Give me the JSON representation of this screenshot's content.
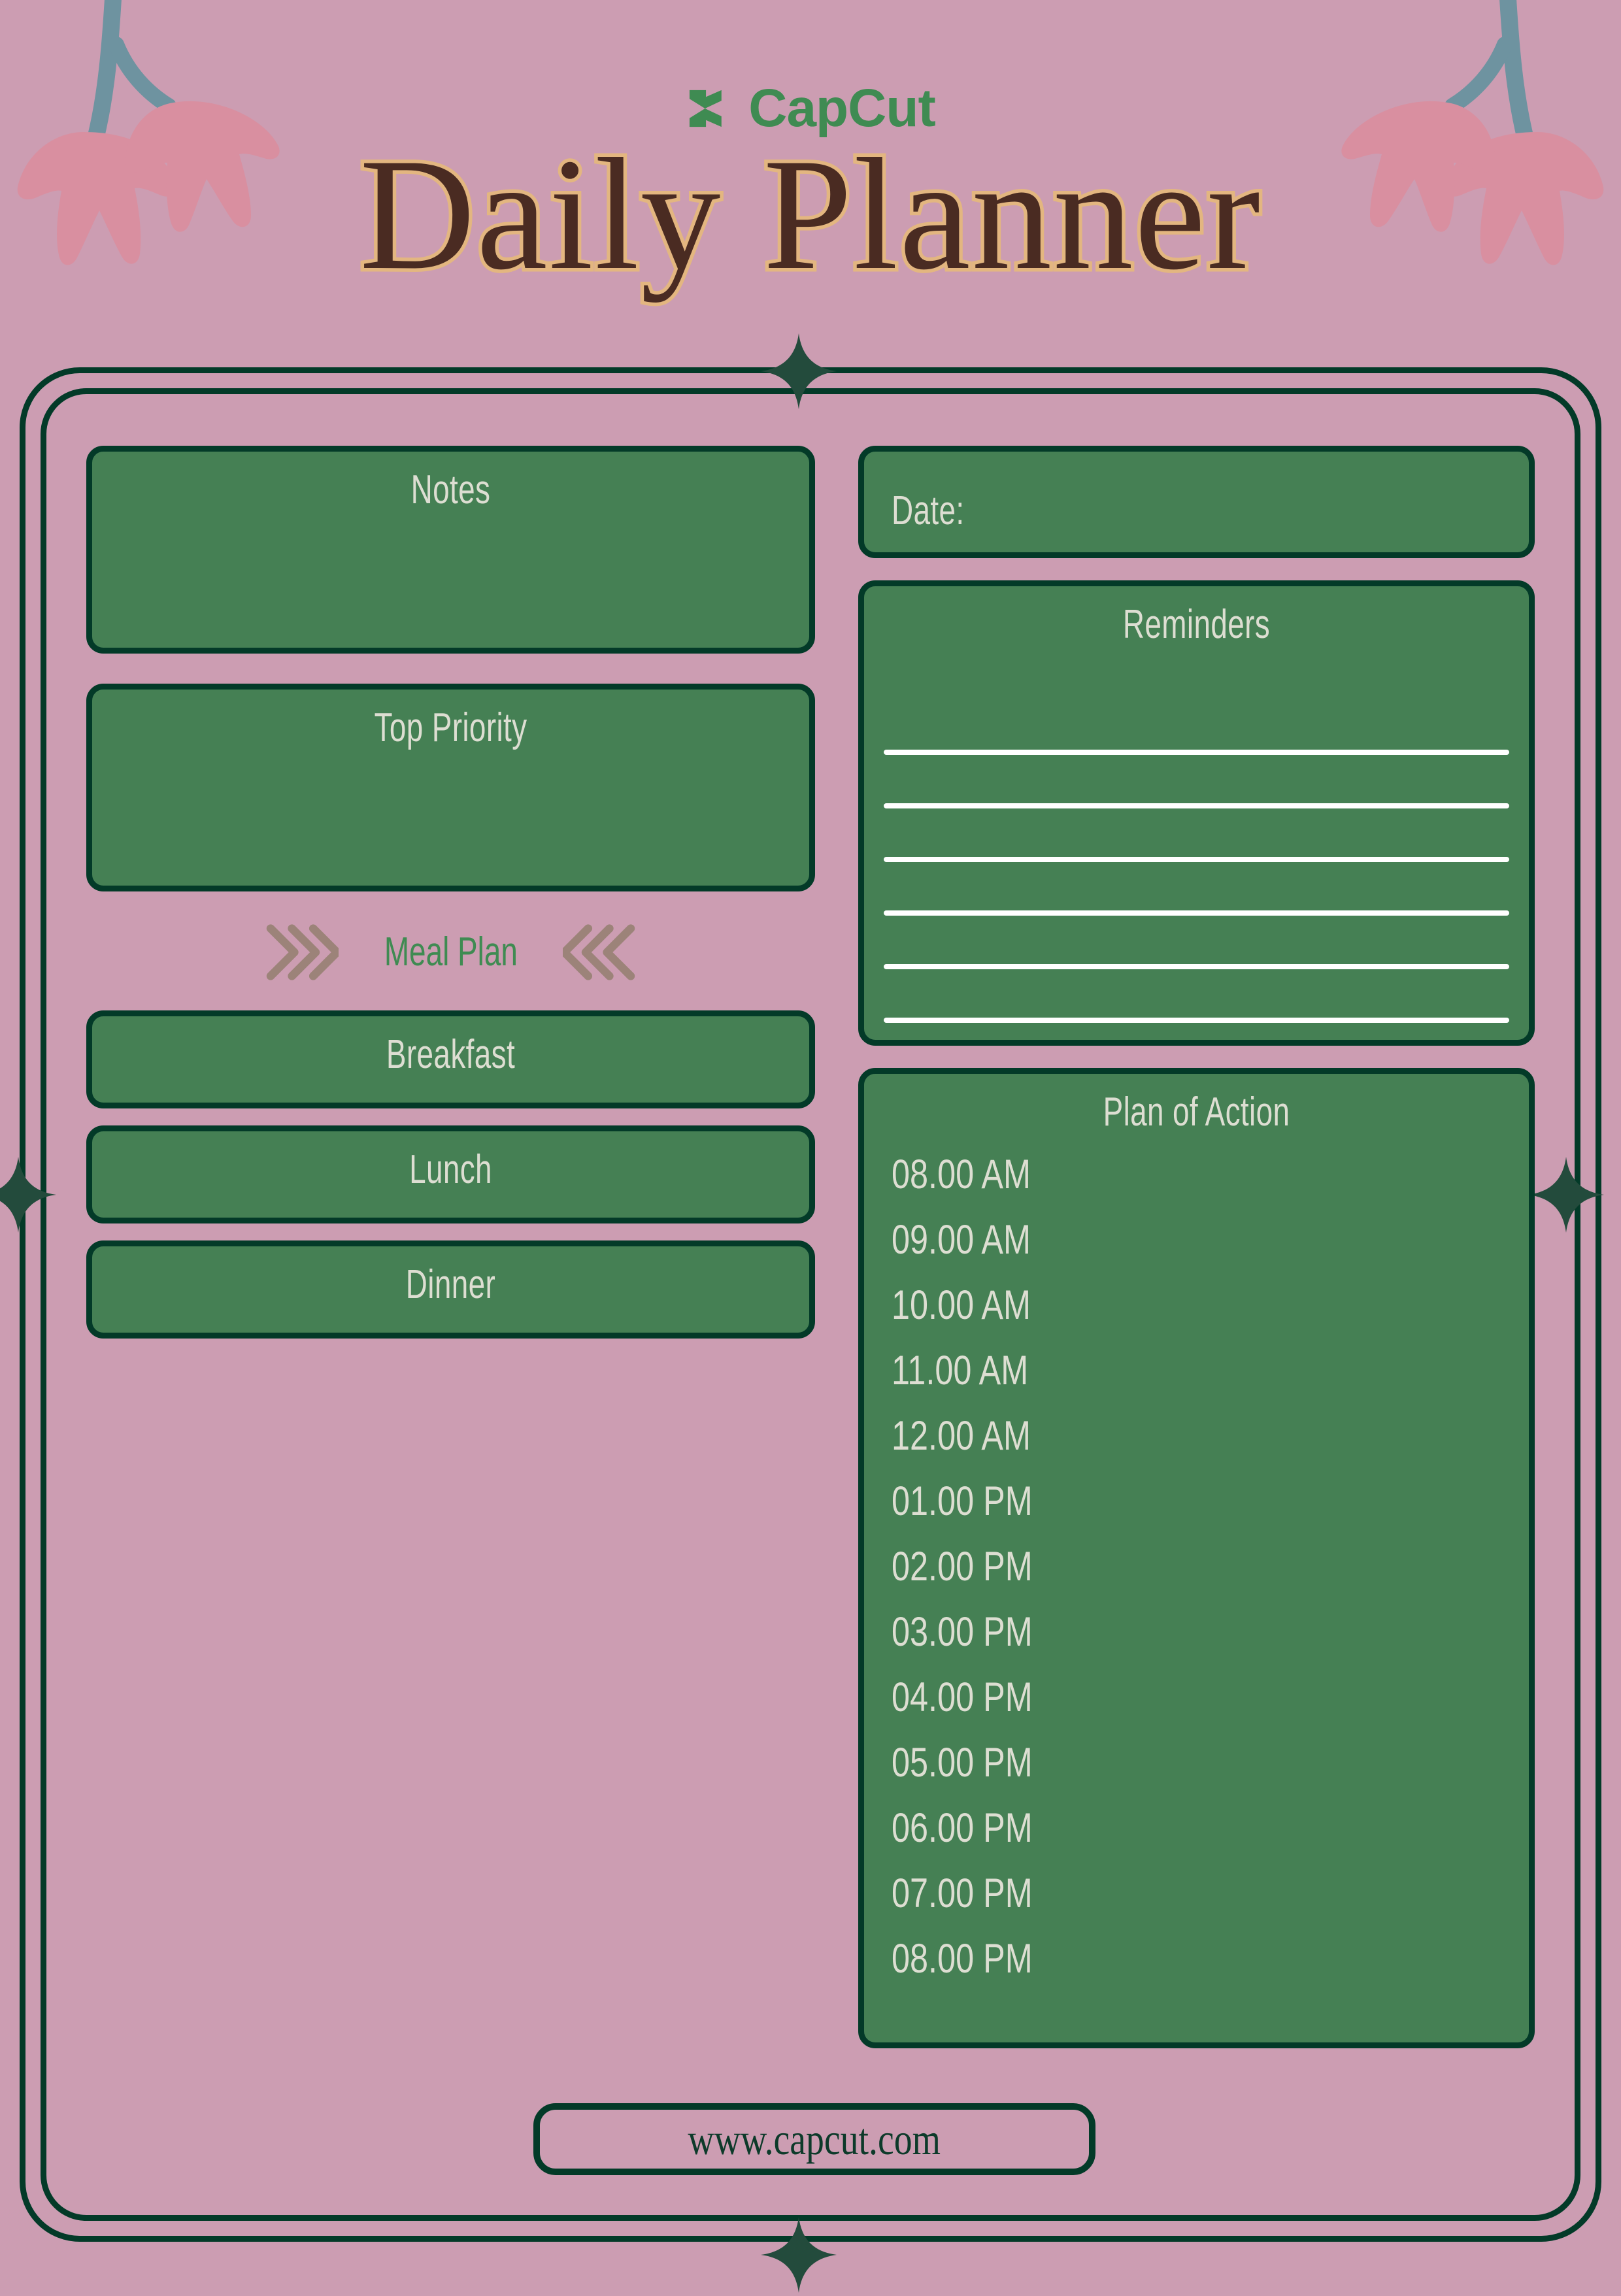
{
  "brand": {
    "logo_icon": "capcut-logo-icon",
    "name": "CapCut"
  },
  "header": {
    "title": "Daily Planner"
  },
  "decorations": {
    "flower_top_left": "tulip-flowers-icon",
    "flower_top_right": "tulip-flowers-icon",
    "sparkle_top": "sparkle-icon",
    "sparkle_bottom": "sparkle-icon",
    "sparkle_left": "sparkle-icon",
    "sparkle_right": "sparkle-icon",
    "chevron_left": "chevron-right-triple-icon",
    "chevron_right": "chevron-left-triple-icon"
  },
  "left_column": {
    "notes_label": "Notes",
    "priority_label": "Top Priority",
    "meal_plan_label": "Meal Plan",
    "meals": [
      {
        "label": "Breakfast"
      },
      {
        "label": "Lunch"
      },
      {
        "label": "Dinner"
      }
    ]
  },
  "right_column": {
    "date_label": "Date:",
    "reminders_label": "Reminders",
    "reminder_line_count": 6,
    "plan_label": "Plan of Action",
    "plan_times": [
      "08.00 AM",
      "09.00 AM",
      "10.00 AM",
      "11.00 AM",
      "12.00 AM",
      "01.00 PM",
      "02.00 PM",
      "03.00 PM",
      "04.00 PM",
      "05.00 PM",
      "06.00 PM",
      "07.00 PM",
      "08.00 PM"
    ]
  },
  "footer": {
    "url": "www.capcut.com"
  },
  "colors": {
    "background_pink": "#cc9db2",
    "panel_green": "#458054",
    "border_dark_green": "#033a28",
    "brand_green": "#3f8b52",
    "title_fill": "#4a2b22",
    "title_outline": "#e3b680",
    "text_cream": "#ddded2",
    "flower_petal": "#d98fa0",
    "flower_stem": "#6e93a0",
    "chevron_brown": "#9c8379",
    "rule_white": "#ffffff"
  }
}
